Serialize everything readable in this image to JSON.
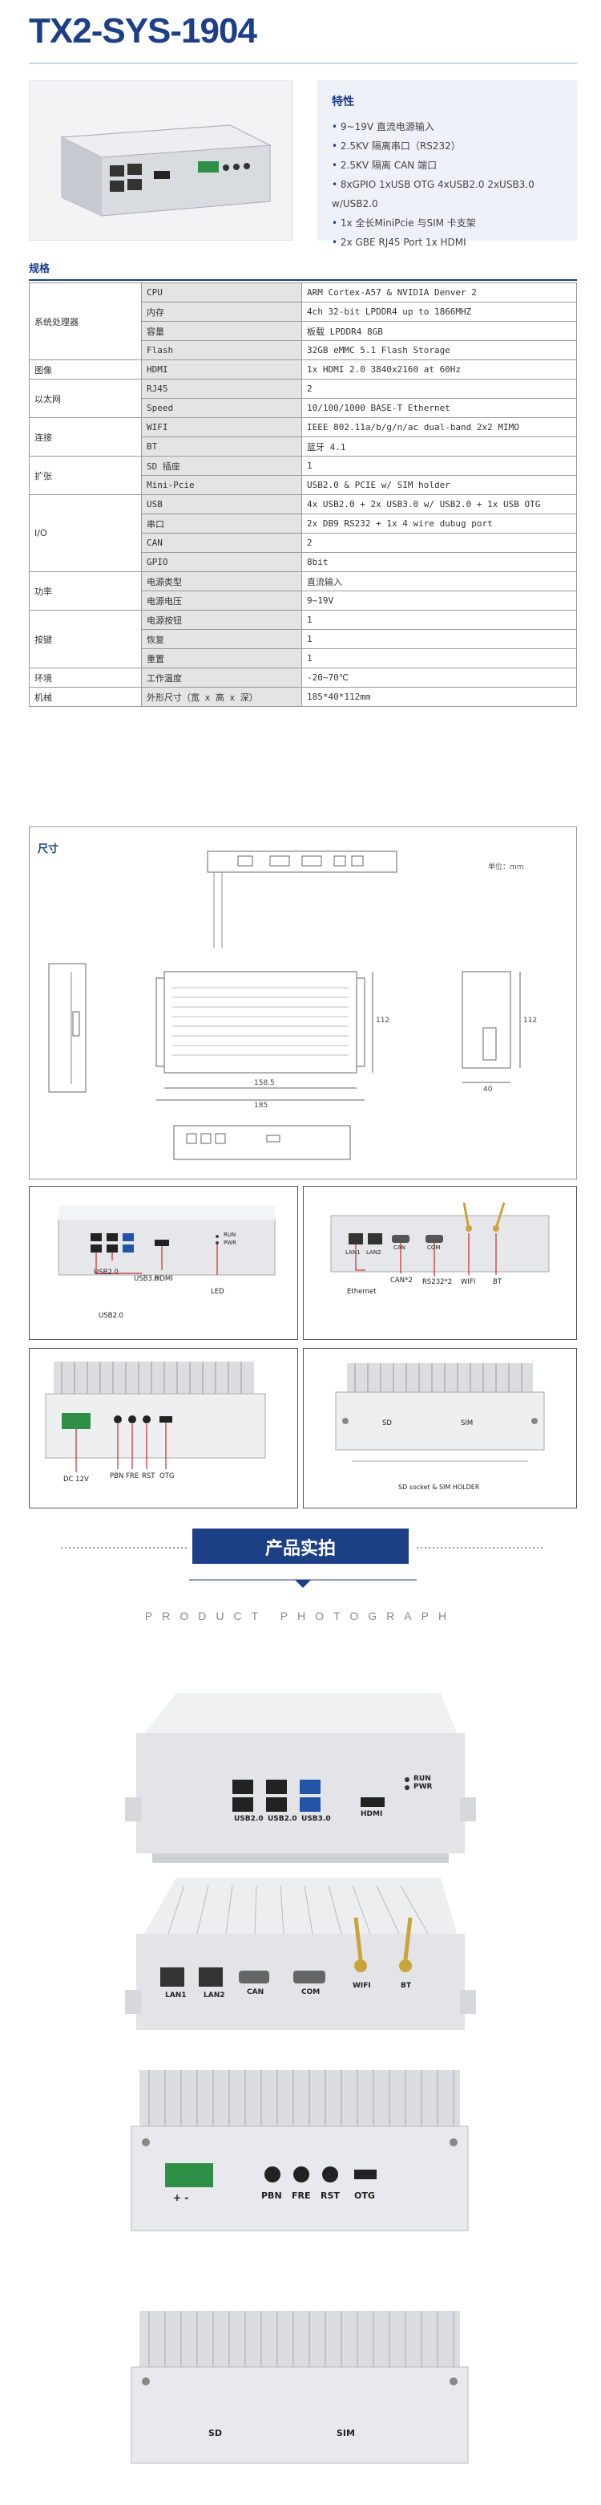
{
  "title": "TX2-SYS-1904",
  "features": {
    "heading": "特性",
    "items": [
      "9~19V 直流电源输入",
      "2.5KV 隔离串口（RS232）",
      "2.5KV 隔离 CAN 端口",
      "8xGPIO 1xUSB OTG 4xUSB2.0 2xUSB3.0 w/USB2.0",
      "1x 全长MiniPcie 与SIM 卡支架",
      "2x GBE RJ45 Port  1x HDMI"
    ]
  },
  "spec": {
    "heading": "规格",
    "rows": [
      {
        "cat": "系统处理器",
        "span": 4,
        "item": "CPU",
        "val": "ARM Cortex-A57 & NVIDIA Denver 2"
      },
      {
        "item": "内存",
        "val": "4ch 32-bit LPDDR4  up to 1866MHZ"
      },
      {
        "item": "容量",
        "val": "板载 LPDDR4 8GB"
      },
      {
        "item": "Flash",
        "val": "32GB eMMC 5.1 Flash Storage"
      },
      {
        "cat": "图像",
        "span": 1,
        "item": "HDMI",
        "val": "1x HDMI 2.0 3840x2160 at 60Hz"
      },
      {
        "cat": "以太网",
        "span": 2,
        "item": "RJ45",
        "val": "2"
      },
      {
        "item": "Speed",
        "val": "10/100/1000 BASE-T Ethernet"
      },
      {
        "cat": "连接",
        "span": 2,
        "item": "WIFI",
        "val": "IEEE 802.11a/b/g/n/ac dual-band 2x2 MIMO"
      },
      {
        "item": "BT",
        "val": "蓝牙 4.1"
      },
      {
        "cat": "扩张",
        "span": 2,
        "item": "SD 插座",
        "val": "1"
      },
      {
        "item": "Mini-Pcie",
        "val": "USB2.0 & PCIE w/ SIM holder"
      },
      {
        "cat": "I/O",
        "span": 4,
        "item": "USB",
        "val": "4x USB2.0 + 2x USB3.0 w/ USB2.0 + 1x USB OTG"
      },
      {
        "item": "串口",
        "val": "2x DB9 RS232 + 1x 4 wire dubug port"
      },
      {
        "item": "CAN",
        "val": "2"
      },
      {
        "item": "GPIO",
        "val": "8bit"
      },
      {
        "cat": "功率",
        "span": 2,
        "item": "电源类型",
        "val": "直流输入"
      },
      {
        "item": "电源电压",
        "val": "9~19V"
      },
      {
        "cat": "按键",
        "span": 3,
        "item": "电源按钮",
        "val": "1"
      },
      {
        "item": "恢复",
        "val": "1"
      },
      {
        "item": "重置",
        "val": "1"
      },
      {
        "cat": "环境",
        "span": 1,
        "item": "工作温度",
        "val": "-20~70℃"
      },
      {
        "cat": "机械",
        "span": 1,
        "item": "外形尺寸（宽 x 高 x 深）",
        "val": "185*40*112mm"
      }
    ]
  },
  "dimensions": {
    "label": "尺寸",
    "unit": "单位：mm",
    "w_inner": "158.5",
    "w_outer": "185",
    "depth": "112",
    "height": "40"
  },
  "panels": {
    "front": {
      "usb2_a": "USB2.0",
      "usb3": "USB3.0",
      "hdmi": "HDMI",
      "usb2_b": "USB2.0",
      "led": "LED",
      "run": "RUN",
      "pwr": "PWR"
    },
    "rear": {
      "lan1": "LAN1",
      "lan2": "LAN2",
      "can": "CAN",
      "com": "COM",
      "ethernet": "Ethernet",
      "can2": "CAN*2",
      "rs232": "RS232*2",
      "wifi": "WIFI",
      "bt": "BT"
    },
    "side1": {
      "dc": "DC 12V",
      "pbn": "PBN",
      "fre": "FRE",
      "rst": "RST",
      "otg": "OTG"
    },
    "side2": {
      "sd": "SD",
      "sim": "SIM",
      "caption": "SD socket & SIM HOLDER"
    }
  },
  "product_photo": {
    "title": "产品实拍",
    "subtitle": "PRODUCT PHOTOGRAPH"
  },
  "photos": {
    "p1": {
      "usb2a": "USB2.0",
      "usb2b": "USB2.0",
      "usb3": "USB3.0",
      "hdmi": "HDMI",
      "run": "RUN",
      "pwr": "PWR"
    },
    "p2": {
      "lan1": "LAN1",
      "lan2": "LAN2",
      "can": "CAN",
      "com": "COM",
      "wifi": "WIFI",
      "bt": "BT"
    },
    "p3": {
      "pol": "+ -",
      "pbn": "PBN",
      "fre": "FRE",
      "rst": "RST",
      "otg": "OTG"
    },
    "p4": {
      "sd": "SD",
      "sim": "SIM"
    }
  }
}
